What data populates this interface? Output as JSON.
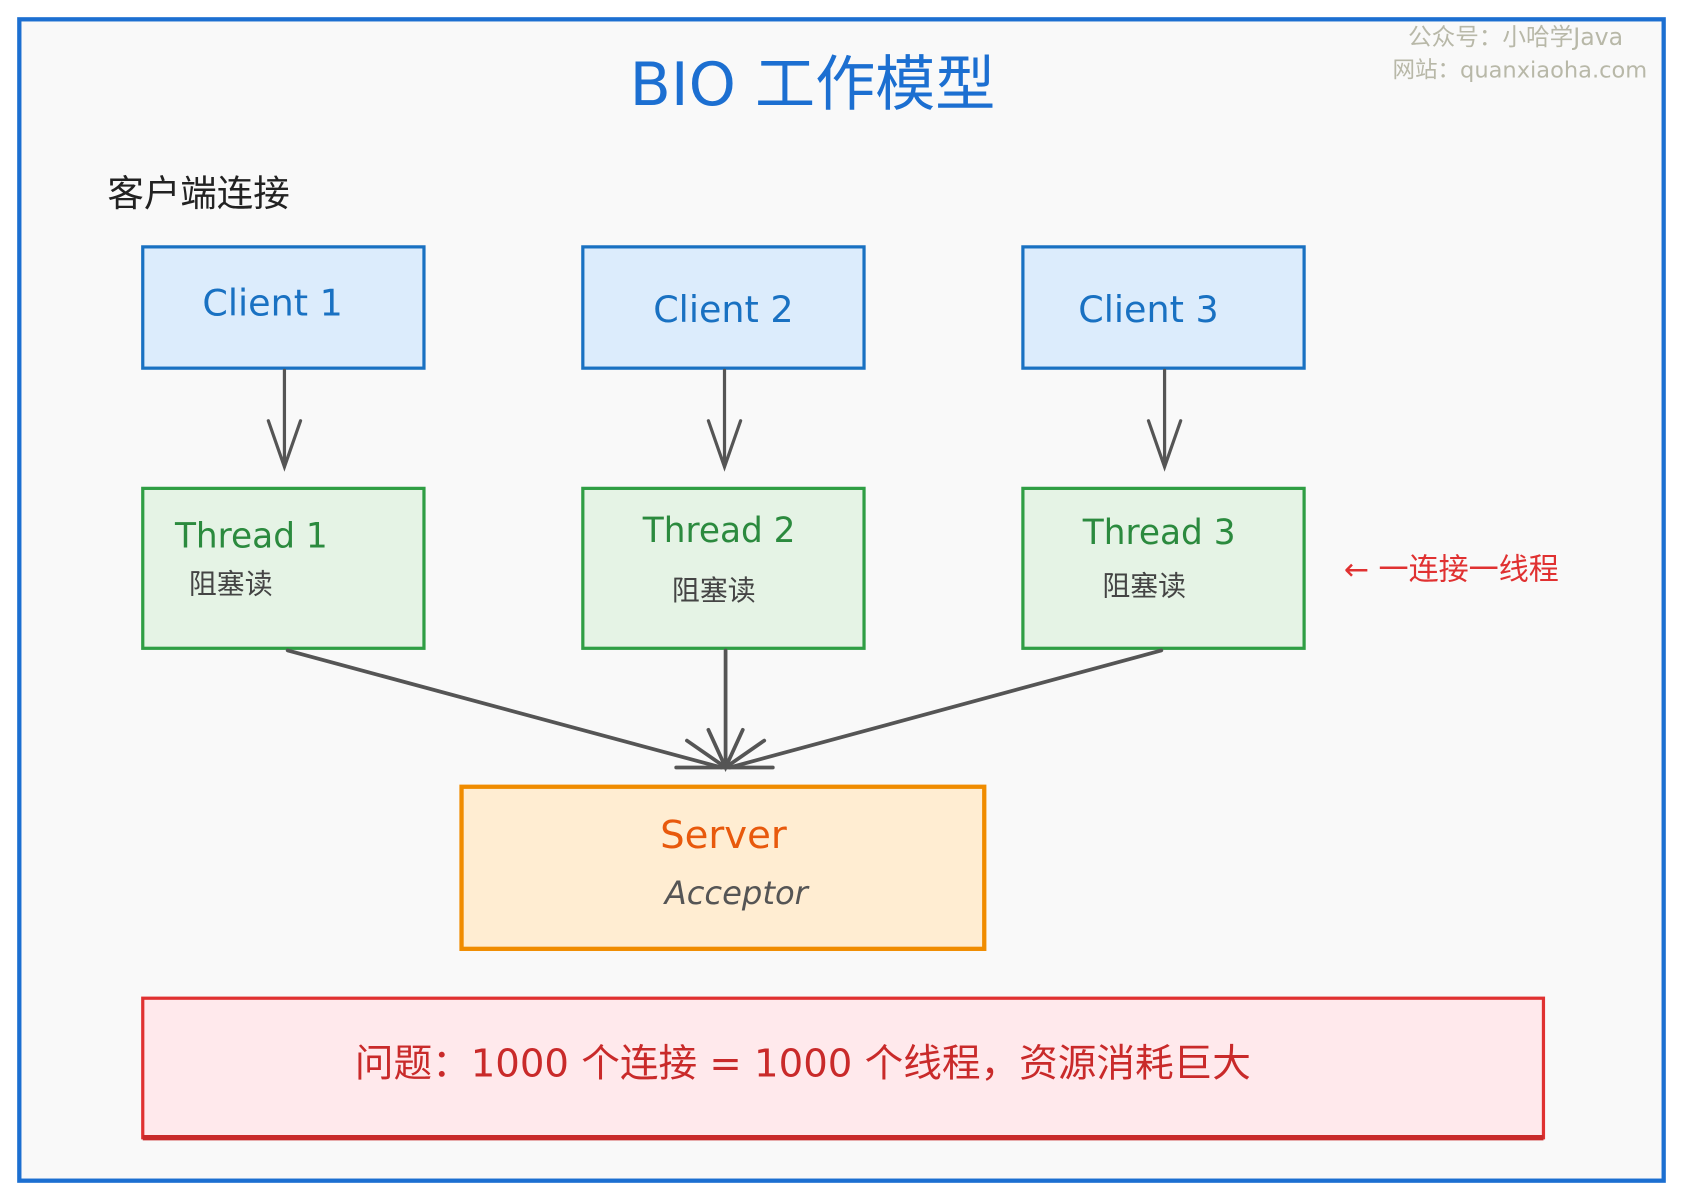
{
  "title": "BIO 工作模型",
  "watermark": {
    "line1": "公众号：小哈学Java",
    "line2": "网站：quanxiaoha.com"
  },
  "section_label": "客户端连接",
  "clients": [
    {
      "label": "Client 1"
    },
    {
      "label": "Client 2"
    },
    {
      "label": "Client 3"
    }
  ],
  "threads": [
    {
      "label": "Thread 1",
      "sublabel": "阻塞读"
    },
    {
      "label": "Thread 2",
      "sublabel": "阻塞读"
    },
    {
      "label": "Thread 3",
      "sublabel": "阻塞读"
    }
  ],
  "annotation": "← 一连接一线程",
  "server": {
    "label": "Server",
    "sublabel": "Acceptor"
  },
  "problem": "问题：1000 个连接 = 1000 个线程，资源消耗巨大",
  "colors": {
    "frame": "#1c6fd1",
    "client_stroke": "#1971c2",
    "client_fill": "#dcecfc",
    "thread_stroke": "#2f9e44",
    "thread_fill": "#e5f3e5",
    "server_stroke": "#f08c00",
    "server_fill": "#ffedd2",
    "problem_stroke": "#e03131",
    "problem_fill": "#ffe9ec",
    "arrow": "#555555"
  }
}
